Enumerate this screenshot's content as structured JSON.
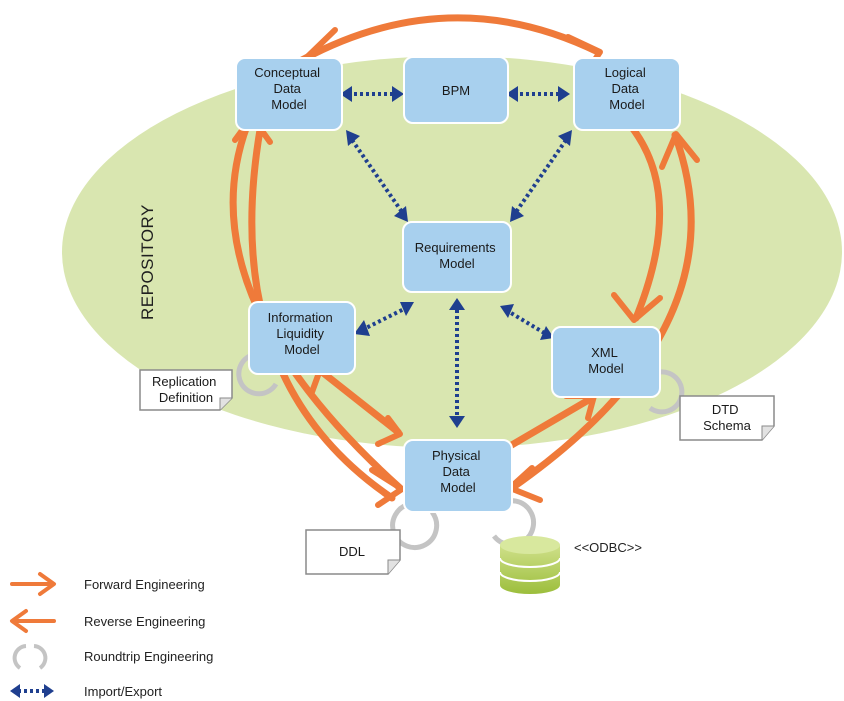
{
  "repository_label": "REPOSITORY",
  "boxes": {
    "conceptual": [
      "Conceptual",
      "Data",
      "Model"
    ],
    "bpm": [
      "BPM"
    ],
    "logical": [
      "Logical",
      "Data",
      "Model"
    ],
    "requirements": [
      "Requirements",
      "Model"
    ],
    "information": [
      "Information",
      "Liquidity",
      "Model"
    ],
    "xml": [
      "XML",
      "Model"
    ],
    "physical": [
      "Physical",
      "Data",
      "Model"
    ]
  },
  "documents": {
    "replication": [
      "Replication",
      "Definition"
    ],
    "dtd": [
      "DTD",
      "Schema"
    ],
    "ddl": [
      "DDL"
    ]
  },
  "database_label": "<<ODBC>>",
  "legend": [
    {
      "icon": "forward-arrow-icon",
      "label": "Forward Engineering"
    },
    {
      "icon": "reverse-arrow-icon",
      "label": "Reverse Engineering"
    },
    {
      "icon": "roundtrip-icon",
      "label": "Roundtrip Engineering"
    },
    {
      "icon": "import-export-icon",
      "label": "Import/Export"
    }
  ],
  "colors": {
    "orange": "#ef7a3a",
    "navy": "#1f3f8f",
    "box": "#a8d0ee",
    "repository": "#d9e6b0",
    "gray": "#c4c4c4",
    "db": "#a8c84a"
  }
}
